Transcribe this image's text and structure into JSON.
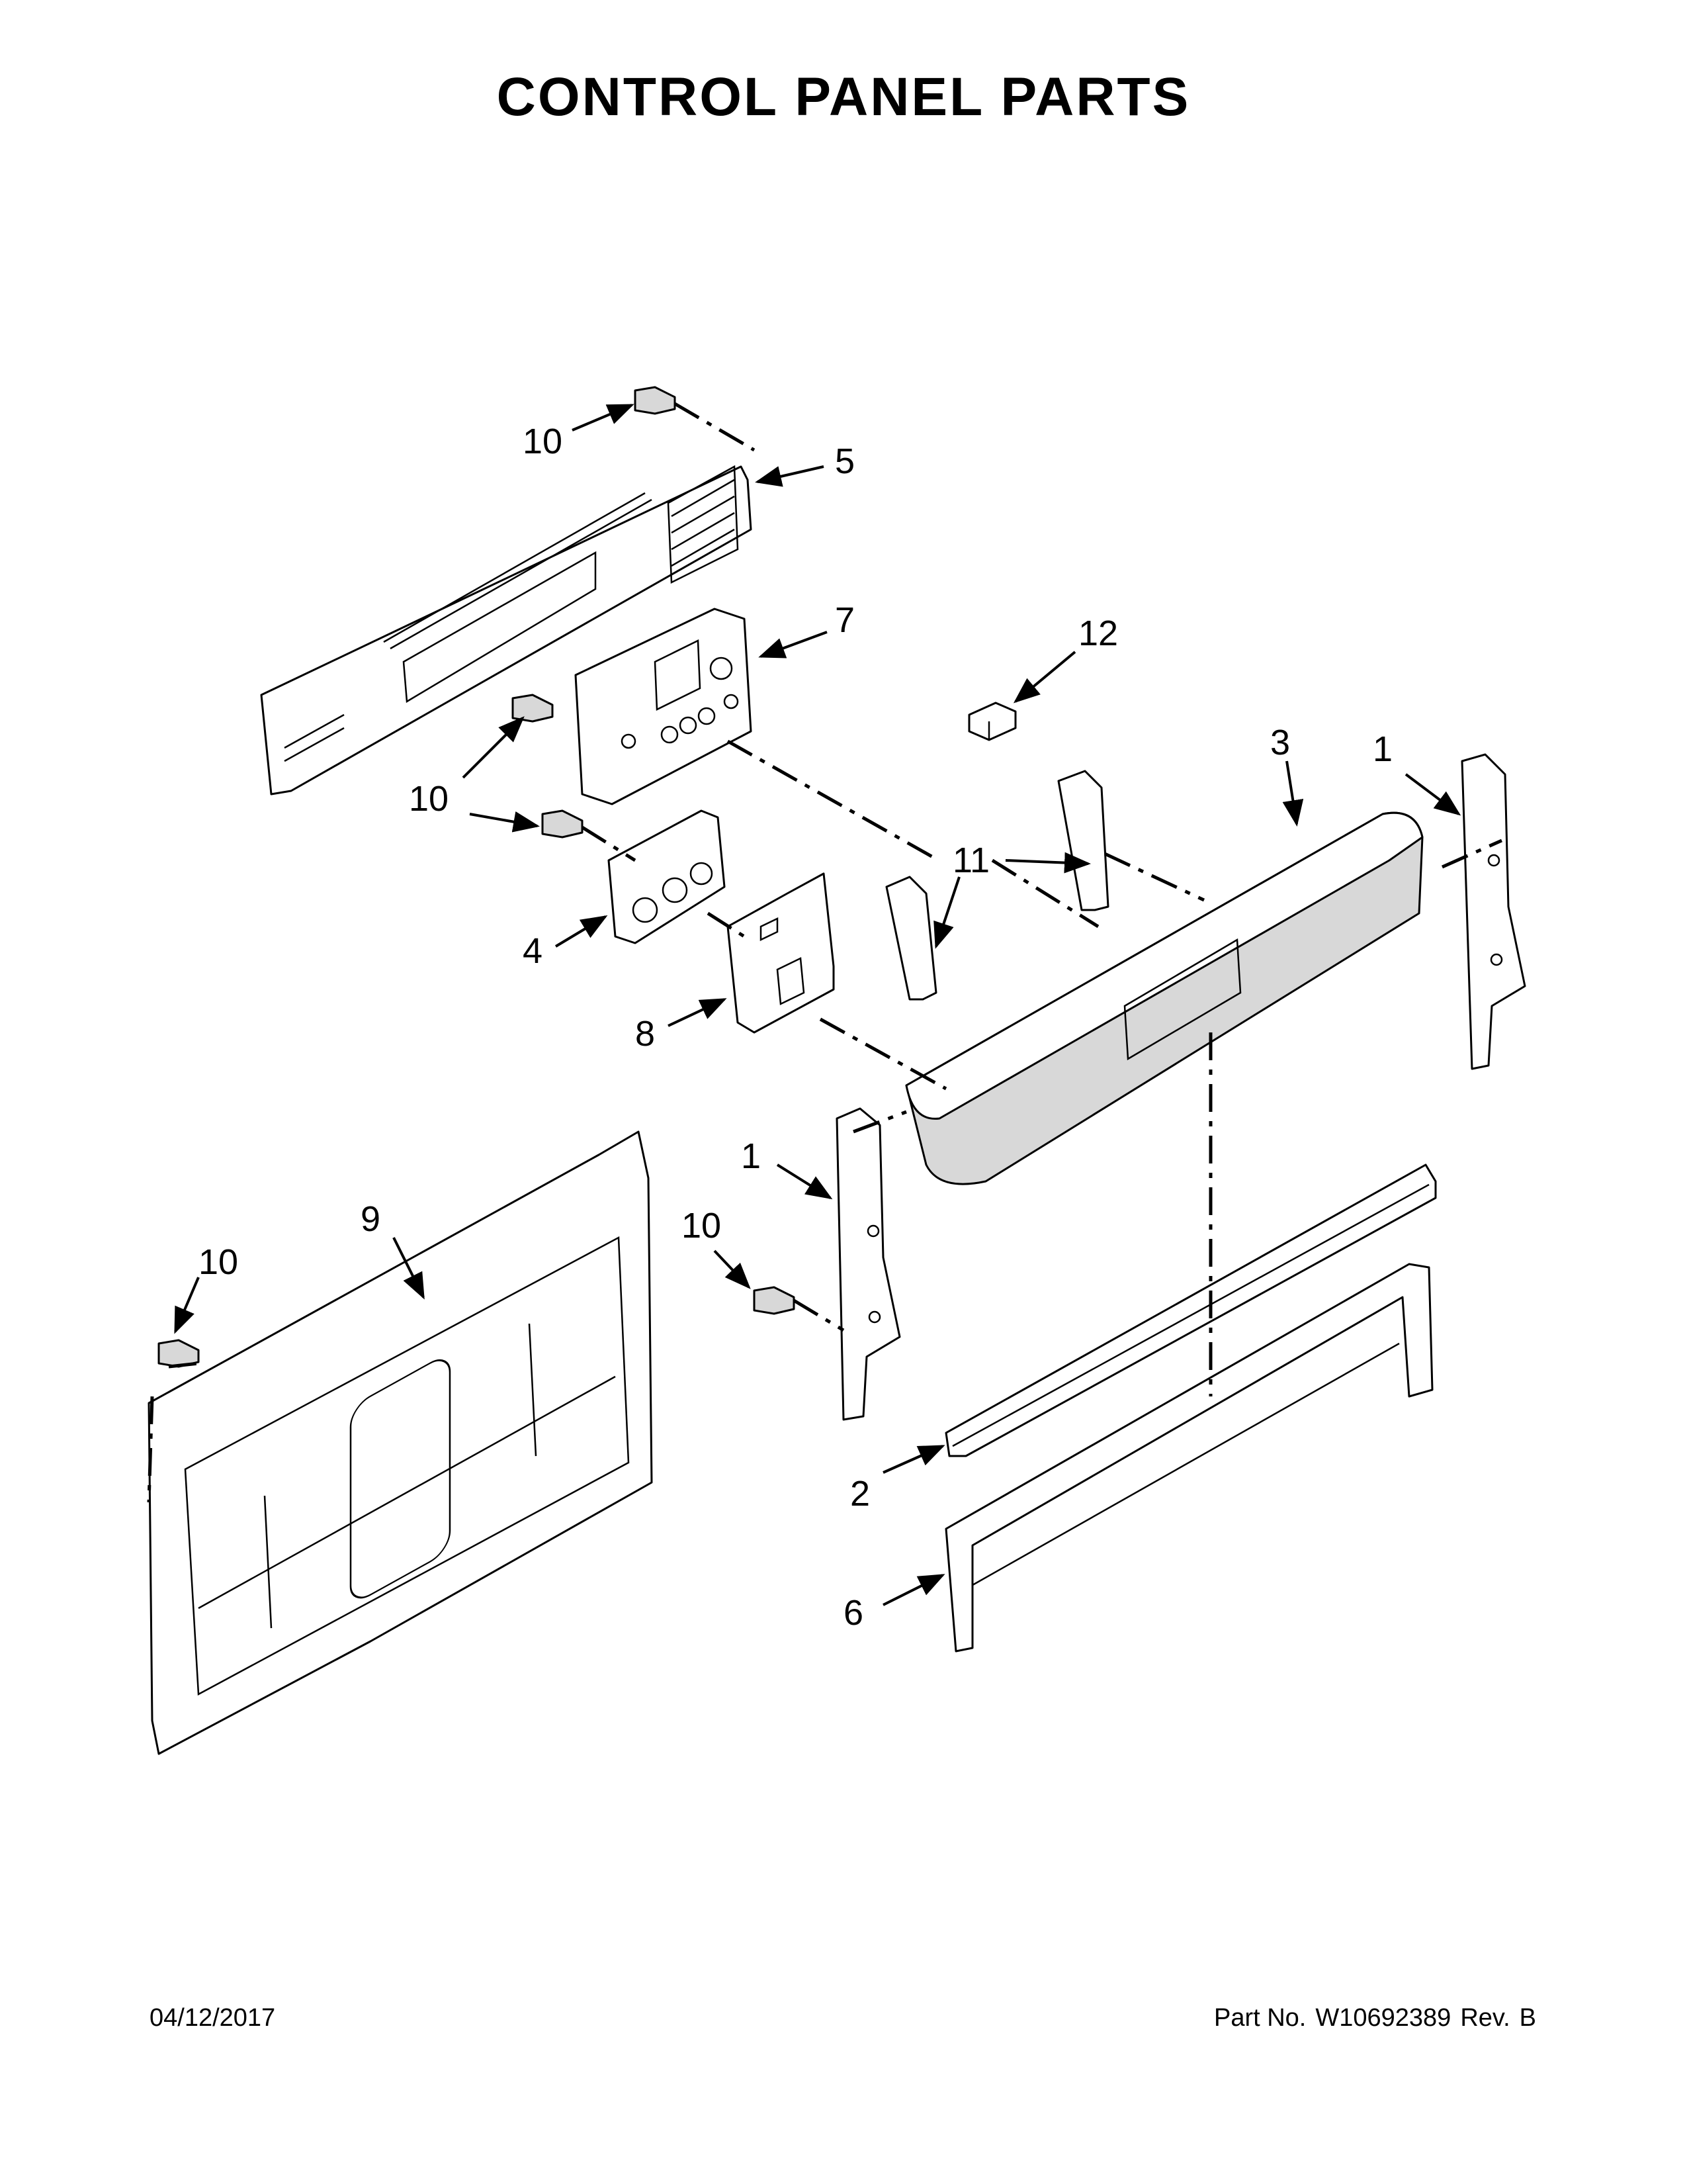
{
  "title": "CONTROL PANEL PARTS",
  "footer": {
    "date": "04/12/2017",
    "part_label": "Part No.",
    "part_number": "W10692389",
    "rev_label": "Rev.",
    "rev": "B"
  },
  "callouts": [
    {
      "id": "c10a",
      "label": "10"
    },
    {
      "id": "c5",
      "label": "5"
    },
    {
      "id": "c7",
      "label": "7"
    },
    {
      "id": "c12",
      "label": "12"
    },
    {
      "id": "c10b",
      "label": "10"
    },
    {
      "id": "c3",
      "label": "3"
    },
    {
      "id": "c1a",
      "label": "1"
    },
    {
      "id": "c10c",
      "label": "10"
    },
    {
      "id": "c11",
      "label": "11"
    },
    {
      "id": "c4",
      "label": "4"
    },
    {
      "id": "c8",
      "label": "8"
    },
    {
      "id": "c1b",
      "label": "1"
    },
    {
      "id": "c9",
      "label": "9"
    },
    {
      "id": "c10d",
      "label": "10"
    },
    {
      "id": "c10e",
      "label": "10"
    },
    {
      "id": "c2",
      "label": "2"
    },
    {
      "id": "c6",
      "label": "6"
    }
  ]
}
